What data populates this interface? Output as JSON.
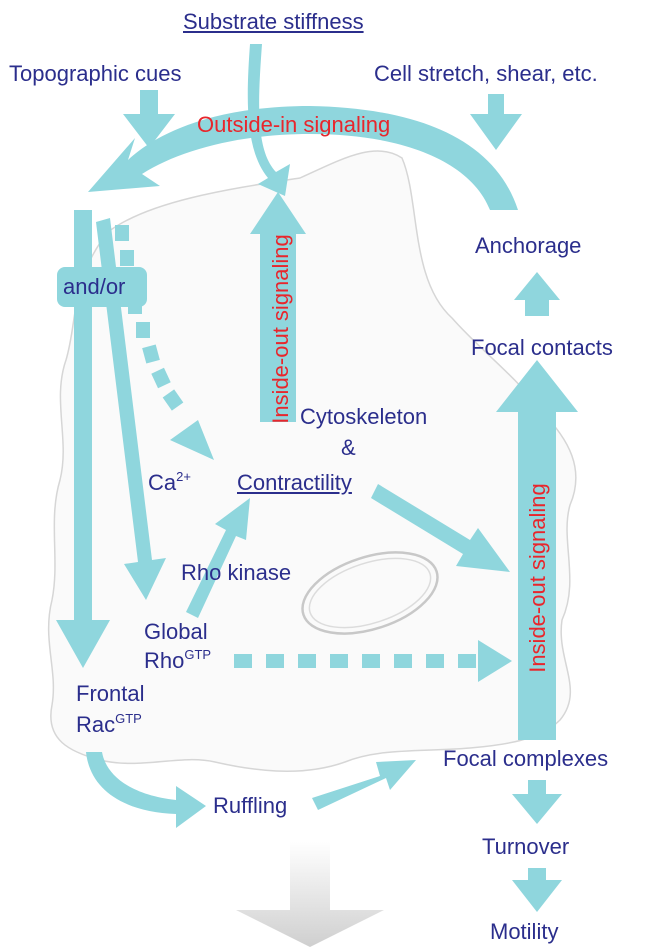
{
  "colors": {
    "arrow": "#8fd6dd",
    "label": "#2b2e8c",
    "signaling": "#e8262c",
    "cell_outline": "#d9d9d9"
  },
  "labels": {
    "substrate_stiffness": "Substrate stiffness",
    "topographic_cues": "Topographic cues",
    "cell_stretch": "Cell stretch, shear, etc.",
    "outside_in": "Outside-in signaling",
    "anchorage": "Anchorage",
    "and_or": "and/or",
    "focal_contacts": "Focal contacts",
    "inside_out_left": "Inside-out signaling",
    "cytoskeleton": "Cytoskeleton",
    "ampersand": "&",
    "ca": "Ca",
    "ca_sup": "2+",
    "contractility": "Contractility",
    "inside_out_right": "Inside-out signaling",
    "rho_kinase": "Rho kinase",
    "global": "Global",
    "rho": "Rho",
    "rho_sup": "GTP",
    "frontal": "Frontal",
    "rac": "Rac",
    "rac_sup": "GTP",
    "focal_complexes": "Focal complexes",
    "ruffling": "Ruffling",
    "turnover": "Turnover",
    "motility": "Motility"
  }
}
